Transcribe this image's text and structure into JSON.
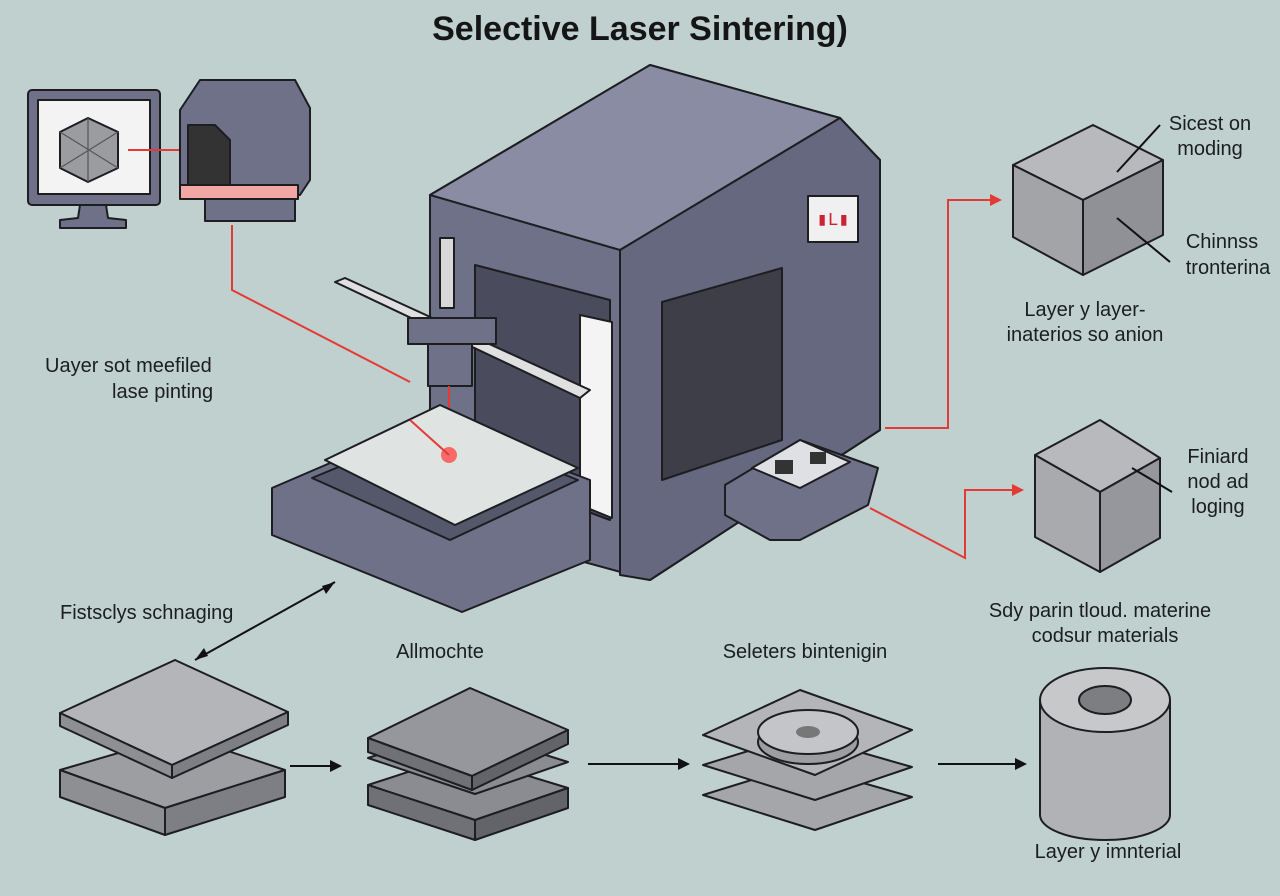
{
  "title": "Selective Laser Sintering)",
  "labels": {
    "laser_printing_line1": "Uayer sot meefiled",
    "laser_printing_line2": "lase pinting",
    "powder_spreading": "Fistsclys schnaging",
    "step_2": "Allmochte",
    "step_3": "Seleters bintenigin",
    "final_part": "Layer y imnterial",
    "cube1_top": "Sicest on",
    "cube1_top2": "moding",
    "cube1_side": "Chinnss",
    "cube1_side2": "tronterina",
    "cube1_caption1": "Layer y layer-",
    "cube1_caption2": "inaterios so anion",
    "cube2_label1": "Finiard",
    "cube2_label2": "nod ad",
    "cube2_label3": "loging",
    "cube2_caption1": "Sdy parin tloud. materine",
    "cube2_caption2": "codsur materials"
  },
  "colors": {
    "background": "#bfd0ce",
    "machine": "#6f7189",
    "laser": "#e43a36",
    "material": "#a7a9ab"
  },
  "icons": [
    "monitor-icon",
    "cad-model-icon",
    "laser-unit-icon",
    "sls-machine-icon",
    "control-panel-icon"
  ]
}
